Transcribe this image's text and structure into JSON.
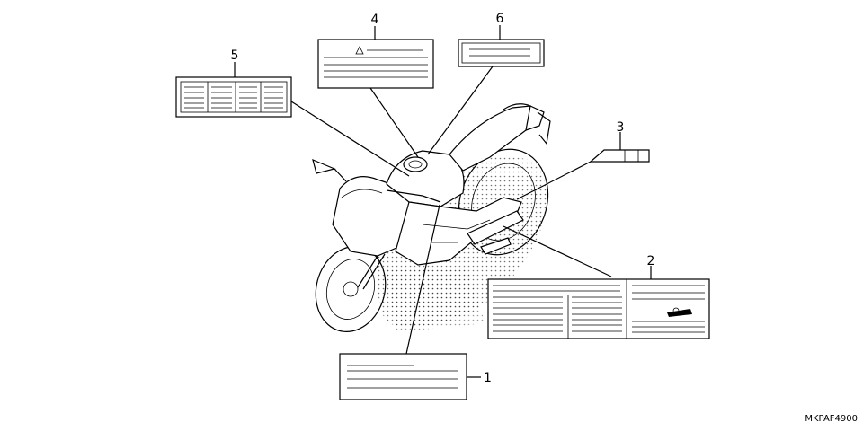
{
  "diagram": {
    "callouts": [
      {
        "id": "1",
        "label": "1"
      },
      {
        "id": "2",
        "label": "2"
      },
      {
        "id": "3",
        "label": "3"
      },
      {
        "id": "4",
        "label": "4"
      },
      {
        "id": "5",
        "label": "5"
      },
      {
        "id": "6",
        "label": "6"
      }
    ],
    "part_code": "MKPAF4900"
  }
}
